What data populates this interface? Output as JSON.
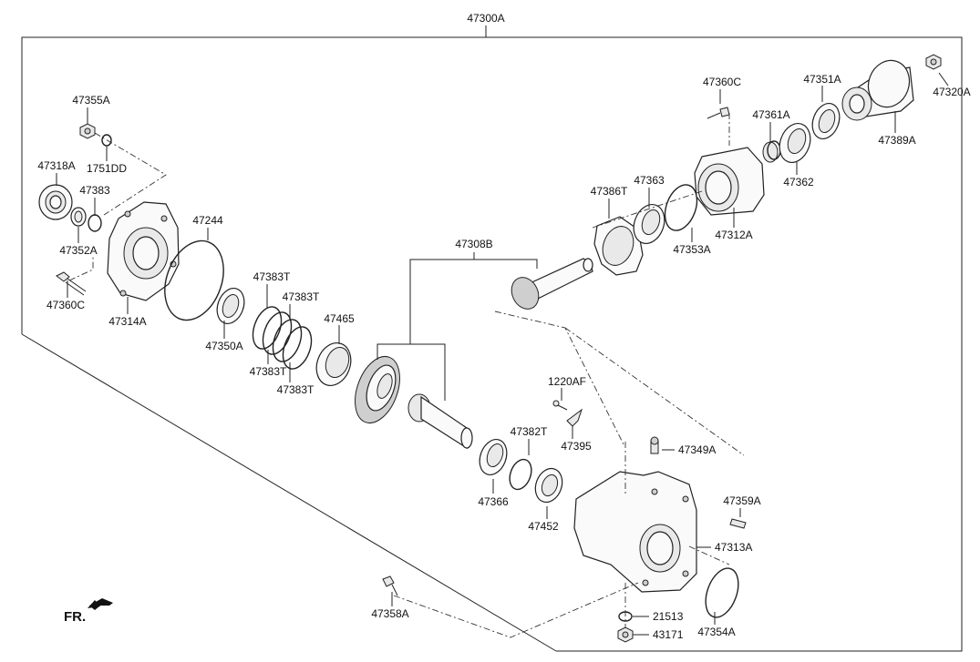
{
  "labels": {
    "l47300A": "47300A",
    "l47355A": "47355A",
    "l47318A": "47318A",
    "l1751DD": "1751DD",
    "l47383": "47383",
    "l47244": "47244",
    "l47352A": "47352A",
    "l47360C_left": "47360C",
    "l47314A": "47314A",
    "l47383T_a": "47383T",
    "l47383T_b": "47383T",
    "l47383T_c": "47383T",
    "l47383T_d": "47383T",
    "l47350A": "47350A",
    "l47465": "47465",
    "l47308B": "47308B",
    "l47386T": "47386T",
    "l47363": "47363",
    "l47353A": "47353A",
    "l47312A": "47312A",
    "l47360C_top": "47360C",
    "l47361A": "47361A",
    "l47362": "47362",
    "l47351A": "47351A",
    "l47389A": "47389A",
    "l47320A": "47320A",
    "l1220AF": "1220AF",
    "l47395": "47395",
    "l47382T": "47382T",
    "l47349A": "47349A",
    "l47366": "47366",
    "l47452": "47452",
    "l47359A": "47359A",
    "l47313A": "47313A",
    "l47354A": "47354A",
    "l47358A": "47358A",
    "l21513": "21513",
    "l43171": "43171"
  },
  "footer": {
    "direction_label": "FR."
  }
}
